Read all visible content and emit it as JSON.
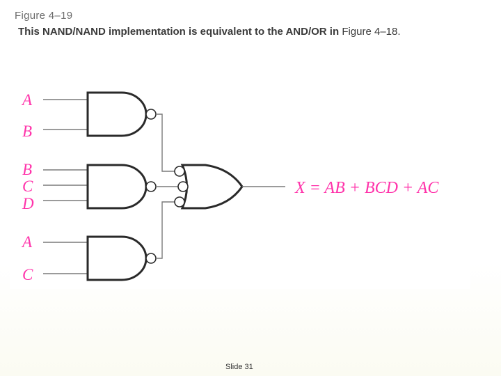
{
  "figure": {
    "number": "Figure 4–19",
    "caption_main": "This NAND/NAND implementation is equivalent to the AND/OR in ",
    "caption_ref": "Figure 4–18."
  },
  "inputs": {
    "gate1": [
      "A",
      "B"
    ],
    "gate2": [
      "B",
      "C",
      "D"
    ],
    "gate3": [
      "A",
      "C"
    ]
  },
  "gates": {
    "first_level": [
      "NAND",
      "NAND",
      "NAND"
    ],
    "output": "OR with inverted inputs"
  },
  "output_expression": "X = AB + BCD + AC",
  "footer": {
    "slide": "Slide 31"
  },
  "colors": {
    "input_labels": "#ff33aa",
    "expression": "#ff33aa",
    "wires": "#7a7a7a",
    "gate_outline": "#2a2a2a"
  }
}
